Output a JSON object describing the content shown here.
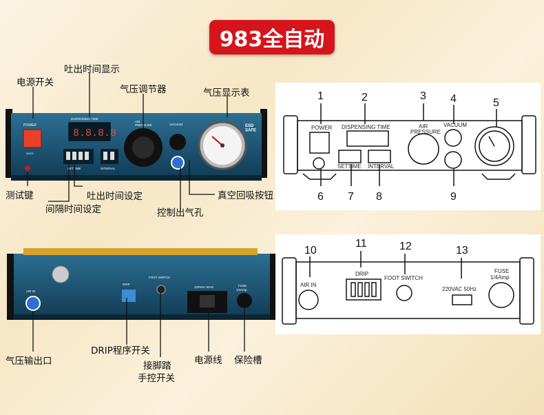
{
  "banner": {
    "title": "983全自动"
  },
  "front_photo": {
    "labels": {
      "dispensing_display": "吐出时间显示",
      "power_switch": "电源开关",
      "pressure_regulator": "气压调节器",
      "pressure_gauge": "气压显示表",
      "test_key": "测试键",
      "dispense_time_setting": "吐出时间设定",
      "interval_time_setting": "间隔时间设定",
      "vacuum_button": "真空回吸按钮",
      "control_air_outlet": "控制出气孔"
    },
    "panel_text": {
      "power": "POWER",
      "shot": "SHOT",
      "dispensing_time": "DISPENSING TIME",
      "display": "8.8.8.8",
      "air_pressure": "AIR\nPRESSURE",
      "vacuum": "VACUUM",
      "interval": "INTERVAL",
      "settime": "SETTIME",
      "brand": "ESD\nSAFE"
    }
  },
  "front_diagram": {
    "labels": {
      "power": "POWER",
      "dispensing_time": "DISPENSING TIME",
      "air_pressure_1": "AIR",
      "air_pressure_2": "PRESSURE",
      "vacuum": "VACUUM",
      "settime": "SETTIME",
      "interval": "INTERVAL"
    },
    "numbers": [
      "1",
      "2",
      "3",
      "4",
      "5",
      "6",
      "7",
      "8",
      "9"
    ]
  },
  "back_photo": {
    "labels": {
      "air_outlet": "气压输出口",
      "drip_switch": "DRIP程序开关",
      "foot_hand_switch_1": "接脚踏",
      "foot_hand_switch_2": "手控开关",
      "power_cord": "电源线",
      "fuse_slot": "保险槽"
    },
    "panel_text": {
      "air_in": "AIR IN",
      "drip": "DRIP",
      "foot_switch": "FOOT SWITCH",
      "voltage": "220VAC 50Hz",
      "fuse": "FUSE",
      "fuse_rating": "1/4Amp"
    }
  },
  "back_diagram": {
    "labels": {
      "air_in": "AIR IN",
      "drip": "DRIP",
      "foot_switch": "FOOT SWITCH",
      "voltage": "220VAC 50Hz",
      "fuse": "FUSE",
      "fuse_rating": "1/4Amp"
    },
    "numbers": [
      "10",
      "11",
      "12",
      "13"
    ]
  },
  "colors": {
    "banner": "#d6141b",
    "device_body": "#1f5a7a",
    "power_button": "#e8412a"
  }
}
